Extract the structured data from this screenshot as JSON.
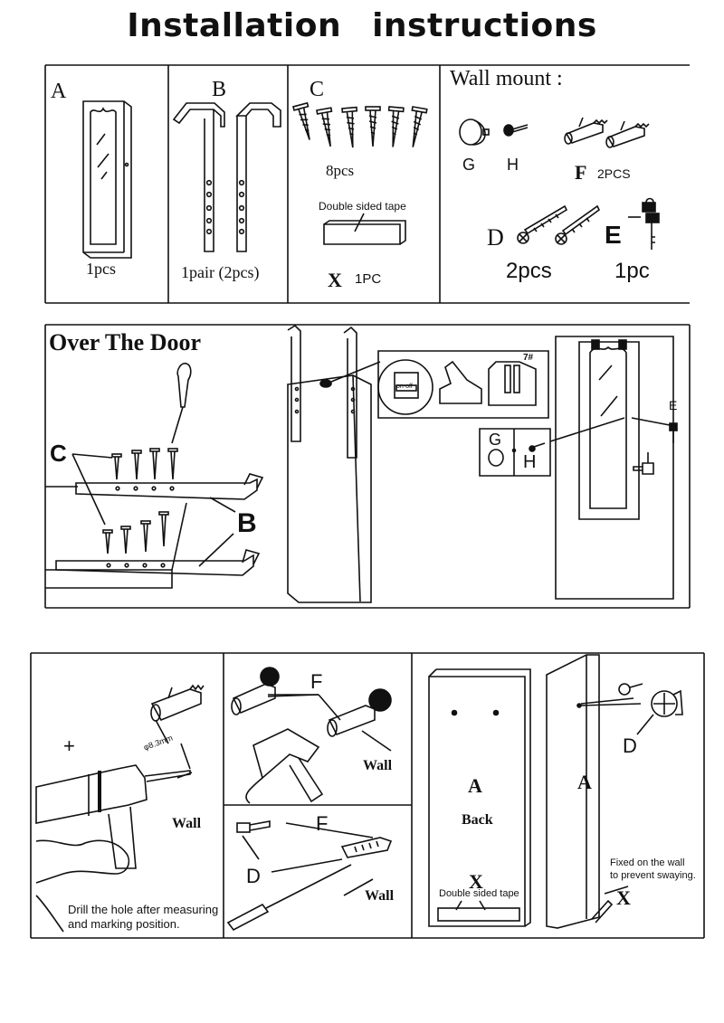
{
  "title_words": [
    "Installation",
    "instructions"
  ],
  "parts": {
    "a": {
      "letter": "A",
      "qty": "1pcs"
    },
    "b": {
      "letter": "B",
      "qty": "1pair (2pcs)"
    },
    "c": {
      "letter": "C",
      "qty": "8pcs",
      "tape_label": "Double sided tape",
      "x_letter": "X",
      "x_qty": "1PC"
    },
    "wall": {
      "title": "Wall mount :",
      "g": "G",
      "h": "H",
      "f": "F",
      "f_qty": "2PCS",
      "d": "D",
      "d_qty": "2pcs",
      "e": "E",
      "e_qty": "1pc"
    }
  },
  "door": {
    "title": "Over The Door",
    "c": "C",
    "b": "B",
    "on_off": "on-off",
    "seven": "7#",
    "g": "G",
    "h": "H",
    "e": "E"
  },
  "wall_install": {
    "plus": "+",
    "diam": "φ8.3mm",
    "wall1": "Wall",
    "drill_note1": "Drill the hole after measuring",
    "drill_note2": "and marking position.",
    "f_top": "F",
    "wall2": "Wall",
    "f_bottom": "F",
    "d_bottom": "D",
    "wall3": "Wall",
    "a_back": "A",
    "back": "Back",
    "x_back": "X",
    "tape": "Double sided tape",
    "a_side": "A",
    "d_side": "D",
    "fixed1": "Fixed on the wall",
    "fixed2": "to prevent swaying.",
    "x_side": "X"
  }
}
